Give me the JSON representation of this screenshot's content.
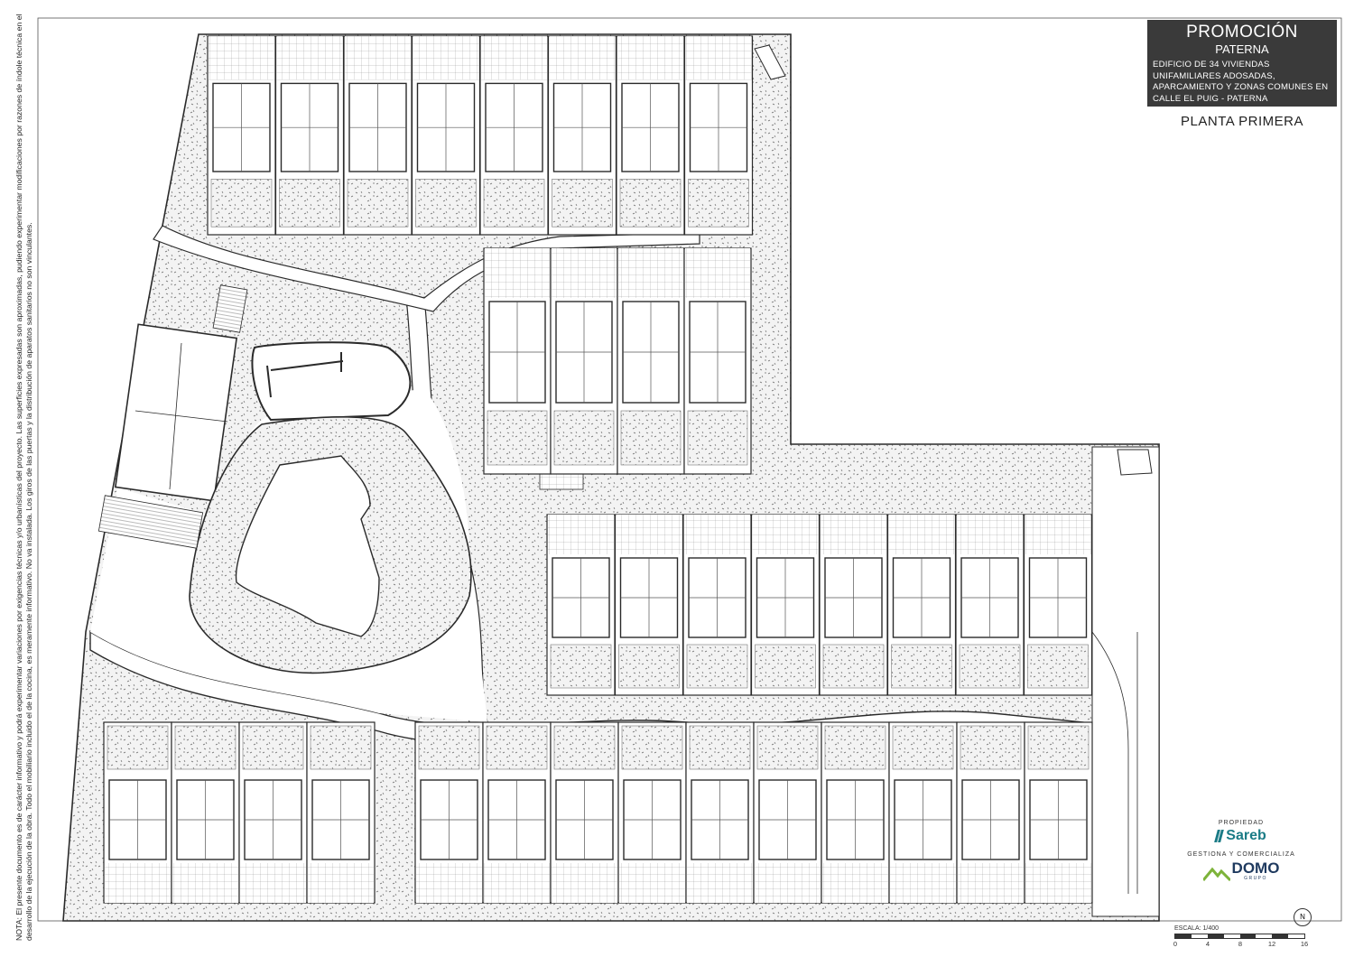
{
  "title_block": {
    "line1": "PROMOCIÓN",
    "line2": "PATERNA",
    "description": "EDIFICIO DE 34 VIVIENDAS UNIFAMILIARES ADOSADAS, APARCAMIENTO Y ZONAS COMUNES EN CALLE EL PUIG - PATERNA"
  },
  "plant_title": "PLANTA PRIMERA",
  "note": "NOTA: El presente documento es de carácter informativo y podrá experimentar variaciones por exigencias técnicas y/o urbanísticas del proyecto. Las superficies expresadas son aproximadas, pudiendo experimentar modificaciones por razones de índole técnica en el desarrollo de la ejecución de la obra. Todo el mobiliario incluido el de la cocina, es meramente informativo. No va instalada. Los giros de las puertas y la distribución de aparatos sanitarios no son vinculantes.",
  "logos": {
    "owner_label": "PROPIEDAD",
    "owner_name": "Sareb",
    "manager_label": "GESTIONA Y COMERCIALIZA",
    "manager_name": "DOMO",
    "manager_sub": "GRUPO"
  },
  "scale": {
    "label": "ESCALA: 1/400",
    "ticks": [
      "0",
      "4",
      "8",
      "12",
      "16"
    ]
  },
  "north_label": "N",
  "colors": {
    "ink": "#2a2a2a",
    "title_bg": "#3a3a3a",
    "green_area": "#efefef",
    "sareb": "#1a7b86",
    "domo": "#1f3a5f"
  }
}
